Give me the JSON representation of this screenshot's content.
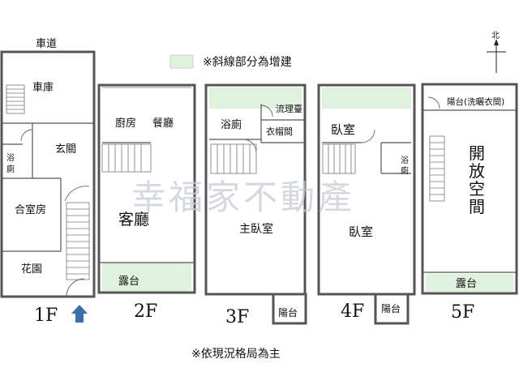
{
  "legend_note": "※斜線部分為增建",
  "footer_note": "※依現況格局為主",
  "compass_label": "北",
  "watermark": "幸福家不動產",
  "floors": {
    "f1": {
      "label": "1F",
      "road": "車道",
      "garage": "車庫",
      "entry": "玄關",
      "bath": "浴廁",
      "suite": "合室房",
      "garden": "花園"
    },
    "f2": {
      "label": "2F",
      "kitchen": "廚房",
      "dining": "餐廳",
      "living": "客廳",
      "terrace": "露台"
    },
    "f3": {
      "label": "3F",
      "bath": "浴廁",
      "laundry": "流理臺",
      "closet": "衣帽間",
      "master": "主臥室",
      "balcony": "陽台"
    },
    "f4": {
      "label": "4F",
      "bedroom1": "臥室",
      "bedroom2": "臥室",
      "bath": "浴廁",
      "balcony": "陽台"
    },
    "f5": {
      "label": "5F",
      "balcony": "陽台(洗曬衣間)",
      "open_space": "開放空間",
      "terrace": "露台"
    }
  },
  "colors": {
    "addon": "#dff2de",
    "arrow": "#3b6fb0",
    "wall": "#555555",
    "watermark": "#c9ccd6"
  },
  "icons": {
    "entry_arrow": "up-arrow-icon",
    "compass": "north-arrow-icon"
  }
}
